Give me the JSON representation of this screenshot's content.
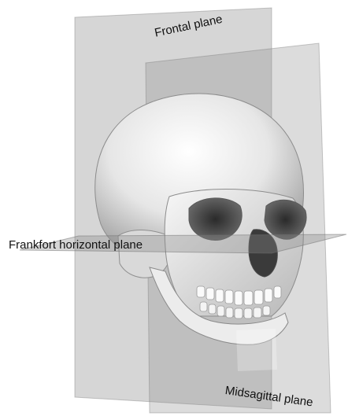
{
  "labels": {
    "frontal_plane": "Frontal plane",
    "frankfort_horizontal_plane": "Frankfort horizontal plane",
    "midsagittal_plane": "Midsagittal plane"
  },
  "colors": {
    "background": "#ffffff",
    "plane_fill": "#8a8a8a",
    "bone_light": "#f2f2f2",
    "bone_shadow": "#9a9a9a",
    "label_text": "#111111"
  },
  "icons": {
    "subject": "skull-illustration"
  }
}
